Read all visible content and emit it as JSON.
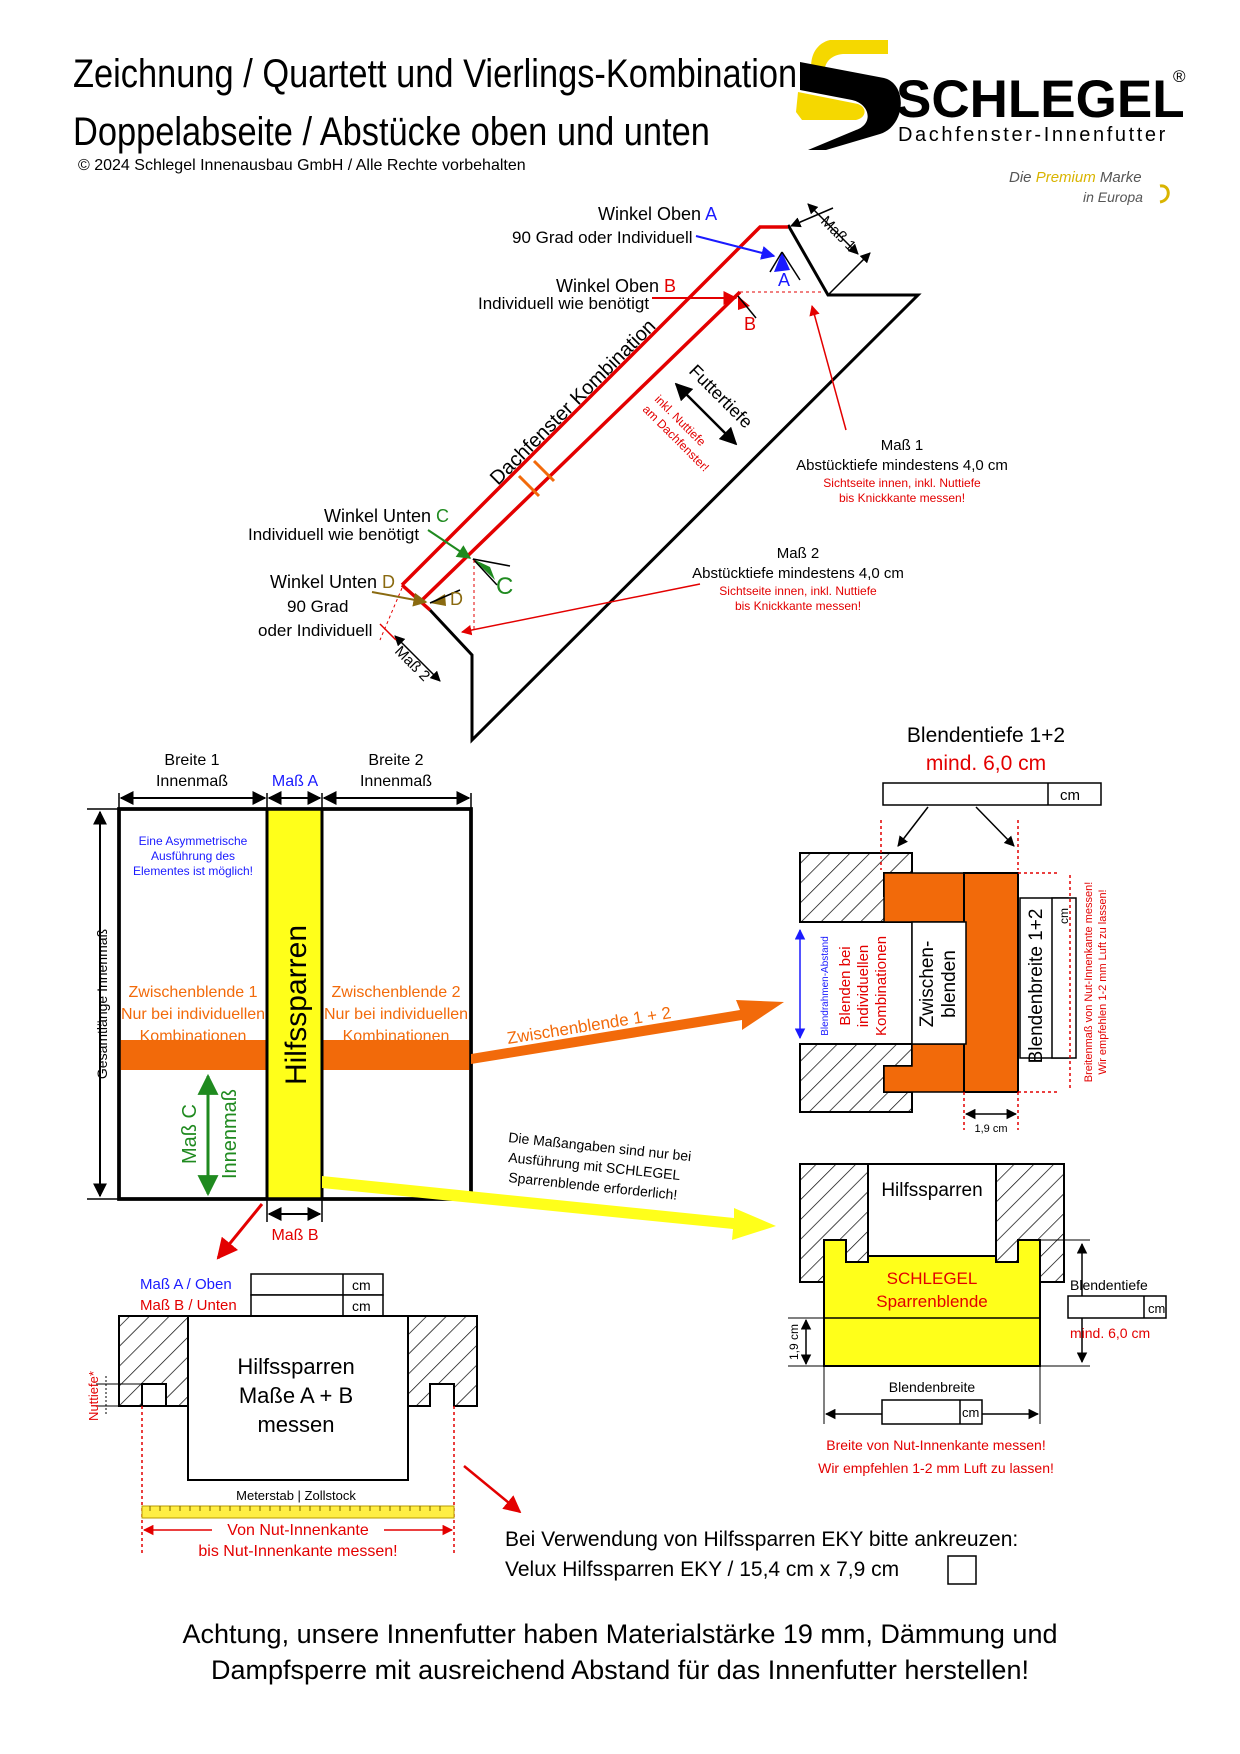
{
  "header": {
    "title_line1": "Zeichnung / Quartett und Vierlings-Kombination",
    "title_line2": "Doppelabseite / Abstücke oben und unten",
    "copyright": "© 2024 Schlegel Innenausbau GmbH / Alle Rechte vorbehalten"
  },
  "brand": {
    "name": "SCHLEGEL",
    "registered": "®",
    "subtitle": "Dachfenster-Innenfutter",
    "tagline_1": "Die",
    "tagline_2": "Premium",
    "tagline_3": "Marke",
    "tagline_4": "in Europa",
    "color_yellow": "#f5d800",
    "color_black": "#000000"
  },
  "colors": {
    "red": "#e30000",
    "blue": "#1a1aff",
    "green": "#1f8a1f",
    "orange": "#f26a0a",
    "yellow": "#ffff1a",
    "olive": "#8a6a10"
  },
  "section_diagram": {
    "winkel_oben_a_label": "Winkel Oben ",
    "winkel_oben_a_letter": "A",
    "winkel_oben_a_desc": "90 Grad oder Individuell",
    "winkel_oben_b_label": "Winkel Oben ",
    "winkel_oben_b_letter": "B",
    "winkel_oben_b_desc": "Individuell wie benötigt",
    "winkel_unten_c_label": "Winkel Unten ",
    "winkel_unten_c_letter": "C",
    "winkel_unten_c_desc": "Individuell wie benötigt",
    "winkel_unten_d_label": "Winkel Unten ",
    "winkel_unten_d_letter": "D",
    "winkel_unten_d_desc1": "90 Grad",
    "winkel_unten_d_desc2": "oder Individuell",
    "mass1_tag": "Maß 1",
    "mass2_tag": "Maß 2",
    "mass1_title": "Maß 1",
    "mass1_desc": "Abstücktiefe mindestens 4,0 cm",
    "mass1_note1": "Sichtseite innen, inkl. Nuttiefe",
    "mass1_note2": "bis Knickkante messen!",
    "mass2_title": "Maß 2",
    "mass2_desc": "Abstücktiefe mindestens 4,0 cm",
    "mass2_note1": "Sichtseite innen, inkl. Nuttiefe",
    "mass2_note2": "bis Knickkante messen!",
    "dachfenster": "Dachfenster Kombination",
    "futtertiefe": "Futtertiefe",
    "futtertiefe_note1": "inkl. Nuttiefe",
    "futtertiefe_note2": "am Dachfenster!",
    "letter_a": "A",
    "letter_b": "B",
    "letter_c": "C",
    "letter_d": "D"
  },
  "front_view": {
    "breite1_line1": "Breite 1",
    "breite1_line2": "Innenmaß",
    "mass_a": "Maß A",
    "breite2_line1": "Breite 2",
    "breite2_line2": "Innenmaß",
    "gesamtlaenge": "Gesamtlänge Innenmaß",
    "asym_1": "Eine Asymmetrische",
    "asym_2": "Ausführung  des",
    "asym_3": "Elementes ist möglich!",
    "hilfssparren": "Hilfssparren",
    "zw1_1": "Zwischenblende 1",
    "zw1_2": "Nur bei individuellen",
    "zw1_3": "Kombinationen",
    "zw2_1": "Zwischenblende 2",
    "zw2_2": "Nur bei individuellen",
    "zw2_3": "Kombinationen",
    "mass_c": "Maß C",
    "mass_c_inner": "Innenmaß",
    "mass_b": "Maß B"
  },
  "blende_detail": {
    "title": "Blendentiefe 1+2",
    "min": "mind. 6,0 cm",
    "unit": "cm",
    "arrow_label": "Zwischenblende 1 + 2",
    "blendrahmen": "Blendrahmen-Abstand",
    "blenden_ind_1": "Blenden bei",
    "blenden_ind_2": "individuellen",
    "blenden_ind_3": "Kombinationen",
    "zwischen_1": "Zwischen-",
    "zwischen_2": "blenden",
    "blendenbreite": "Blendenbreite 1+2",
    "breiten_note_1": "Breitenmaß von Nut-Innenkante messen!",
    "breiten_note_2": "Wir empfehlen 1-2 mm Luft zu lassen!",
    "thickness": "1,9 cm"
  },
  "sparren_detail": {
    "note_1": "Die Maßangaben sind nur bei",
    "note_2": "Ausführung mit SCHLEGEL",
    "note_3": "Sparrenblende erforderlich!",
    "hilfssparren": "Hilfssparren",
    "blende_1": "SCHLEGEL",
    "blende_2": "Sparrenblende",
    "blendentiefe": "Blendentiefe",
    "unit": "cm",
    "min": "mind. 6,0 cm",
    "thickness": "1,9 cm",
    "blendenbreite": "Blendenbreite",
    "note_red_1": "Breite von Nut-Innenkante messen!",
    "note_red_2": "Wir empfehlen 1-2 mm Luft zu lassen!"
  },
  "measure_detail": {
    "mass_a_oben": "Maß A / Oben",
    "mass_b_unten": "Maß B / Unten",
    "unit": "cm",
    "hilfssparren_1": "Hilfssparren",
    "hilfssparren_2": "Maße A + B",
    "hilfssparren_3": "messen",
    "nuttiefe": "Nuttiefe*",
    "meterstab": "Meterstab | Zollstock",
    "von_1": "Von Nut-Innenkante",
    "von_2": "bis Nut-Innenkante messen!"
  },
  "eky": {
    "line1": "Bei Verwendung von Hilfssparren EKY bitte ankreuzen:",
    "line2": "Velux Hilfssparren EKY / 15,4 cm x 7,9 cm"
  },
  "notice": {
    "line1": "Achtung, unsere Innenfutter haben Materialstärke 19 mm, Dämmung und",
    "line2": "Dampfsperre mit ausreichend Abstand für das Innenfutter herstellen!"
  }
}
